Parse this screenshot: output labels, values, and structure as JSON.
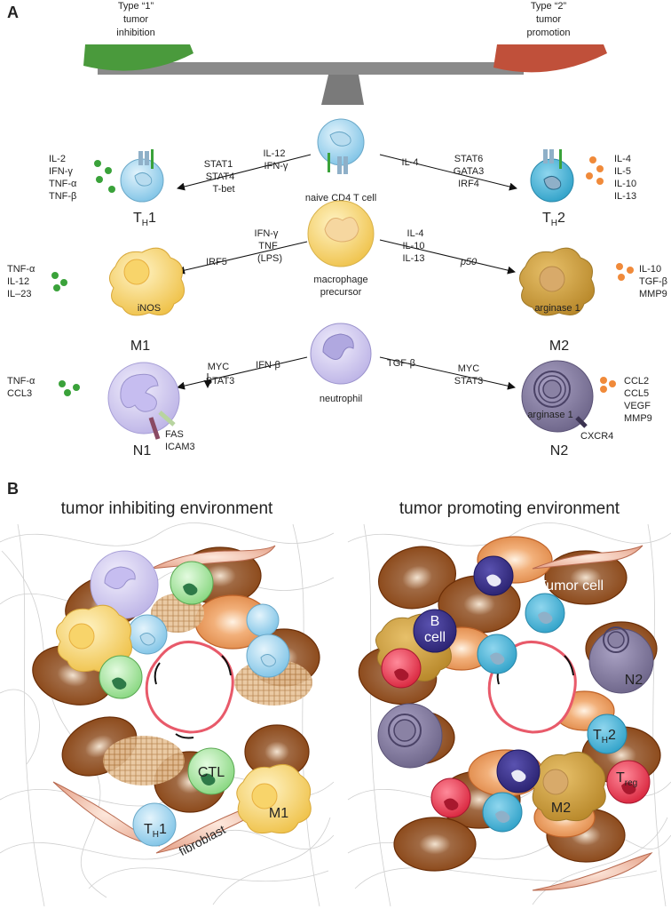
{
  "panel_a": {
    "letter": "A",
    "balance": {
      "left_pan": [
        "Type “1”",
        "tumor",
        "inhibition"
      ],
      "right_pan": [
        "Type “2”",
        "tumor",
        "promotion"
      ]
    },
    "rows": [
      {
        "center_label": "naive CD4 T cell",
        "left_signals": [
          "IL-12",
          "IFN-γ"
        ],
        "left_factors": [
          "STAT1",
          "STAT4",
          "T-bet"
        ],
        "right_signals": [
          "IL-4"
        ],
        "right_factors": [
          "STAT6",
          "GATA3",
          "IRF4"
        ],
        "left_cell": {
          "name": "T",
          "sub": "H",
          "suffix": "1",
          "cytokines": [
            "IL-2",
            "IFN-γ",
            "TNF-α",
            "TNF-β"
          ]
        },
        "right_cell": {
          "name": "T",
          "sub": "H",
          "suffix": "2",
          "cytokines": [
            "IL-4",
            "IL-5",
            "IL-10",
            "IL-13"
          ]
        }
      },
      {
        "center_label": "macrophage precursor",
        "left_signals": [
          "IFN-γ",
          "TNF",
          "(LPS)"
        ],
        "left_factors": [
          "IRF5"
        ],
        "right_signals": [
          "IL-4",
          "IL-10",
          "IL-13"
        ],
        "right_factors": [
          "p50"
        ],
        "left_cell": {
          "name": "M1",
          "inner": "iNOS",
          "cytokines": [
            "TNF-α",
            "IL-12",
            "IL–23"
          ]
        },
        "right_cell": {
          "name": "M2",
          "inner": "arginase 1",
          "cytokines": [
            "IL-10",
            "TGF-β",
            "MMP9"
          ]
        }
      },
      {
        "center_label": "neutrophil",
        "left_signals": [
          "IFN-β"
        ],
        "left_factors": [
          "MYC",
          "STAT3"
        ],
        "right_signals": [
          "TGF-β"
        ],
        "right_factors": [
          "MYC",
          "STAT3"
        ],
        "left_cell": {
          "name": "N1",
          "markers": [
            "FAS",
            "ICAM3"
          ],
          "cytokines": [
            "TNF-α",
            "CCL3"
          ]
        },
        "right_cell": {
          "name": "N2",
          "inner": "arginase 1",
          "markers": [
            "CXCR4"
          ],
          "cytokines": [
            "CCL2",
            "CCL5",
            "VEGF",
            "MMP9"
          ]
        }
      }
    ]
  },
  "panel_b": {
    "letter": "B",
    "left_title": "tumor inhibiting environment",
    "right_title": "tumor promoting environment",
    "left_labels": {
      "ctl": "CTL",
      "th1_main": "T",
      "th1_sub": "H",
      "th1_suffix": "1",
      "fibroblast": "fibroblast",
      "m1": "M1"
    },
    "right_labels": {
      "tumor_cell": "Tumor cell",
      "b_cell_line1": "B",
      "b_cell_line2": "cell",
      "n2": "N2",
      "th2_main": "T",
      "th2_sub": "H",
      "th2_suffix": "2",
      "treg_main": "T",
      "treg_sub": "reg",
      "m2": "M2"
    }
  },
  "colors": {
    "type1_green": "#4a9a3c",
    "type2_red": "#c0503a",
    "beam_grey": "#8a8a8a",
    "t_cell_blue": "#9fd3ee",
    "macrophage_yellow": "#f5d36a",
    "m2_gold": "#c49a3a",
    "neutrophil_lavender": "#cfc8ee",
    "n2_purple": "#7a7296",
    "tumor_brown": "#9a4f1a",
    "b_cell_indigo": "#3a3088",
    "treg_red": "#e8384e",
    "ctl_green": "#9fe09a",
    "dot_green": "#3aa23a",
    "dot_orange": "#f08a3a"
  }
}
